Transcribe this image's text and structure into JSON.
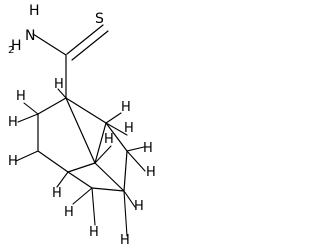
{
  "molecule": {
    "atoms": {
      "h_top": "H",
      "n": "N",
      "h_sub": "2",
      "s": "S",
      "h": "H"
    }
  }
}
